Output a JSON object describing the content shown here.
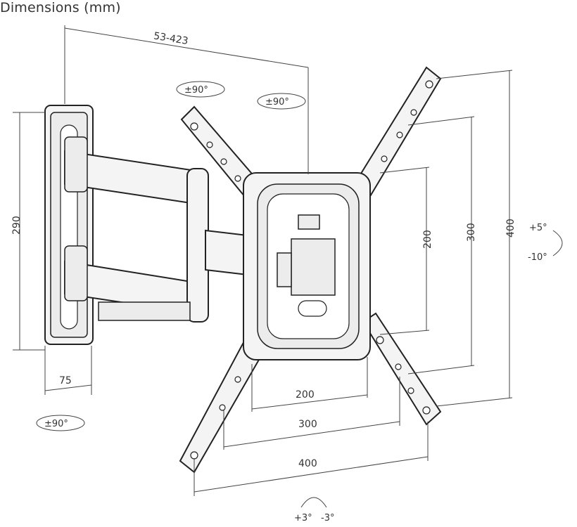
{
  "title": "Dimensions (mm)",
  "dimensions": {
    "arm_reach": "53-423",
    "wall_plate_height": "290",
    "wall_plate_depth": "75",
    "vesa_h_200": "200",
    "vesa_h_300": "300",
    "vesa_h_400": "400",
    "vesa_v_200": "200",
    "vesa_v_300": "300",
    "vesa_v_400": "400"
  },
  "angles": {
    "swivel_top_left": "±90°",
    "swivel_top_right": "±90°",
    "swivel_bottom_left": "±90°",
    "tilt_up": "+5°",
    "tilt_down": "-10°",
    "level_left": "+3°",
    "level_right": "-3°"
  },
  "colors": {
    "line": "#444444",
    "part_fill": "#f4f4f4",
    "background": "#ffffff"
  }
}
